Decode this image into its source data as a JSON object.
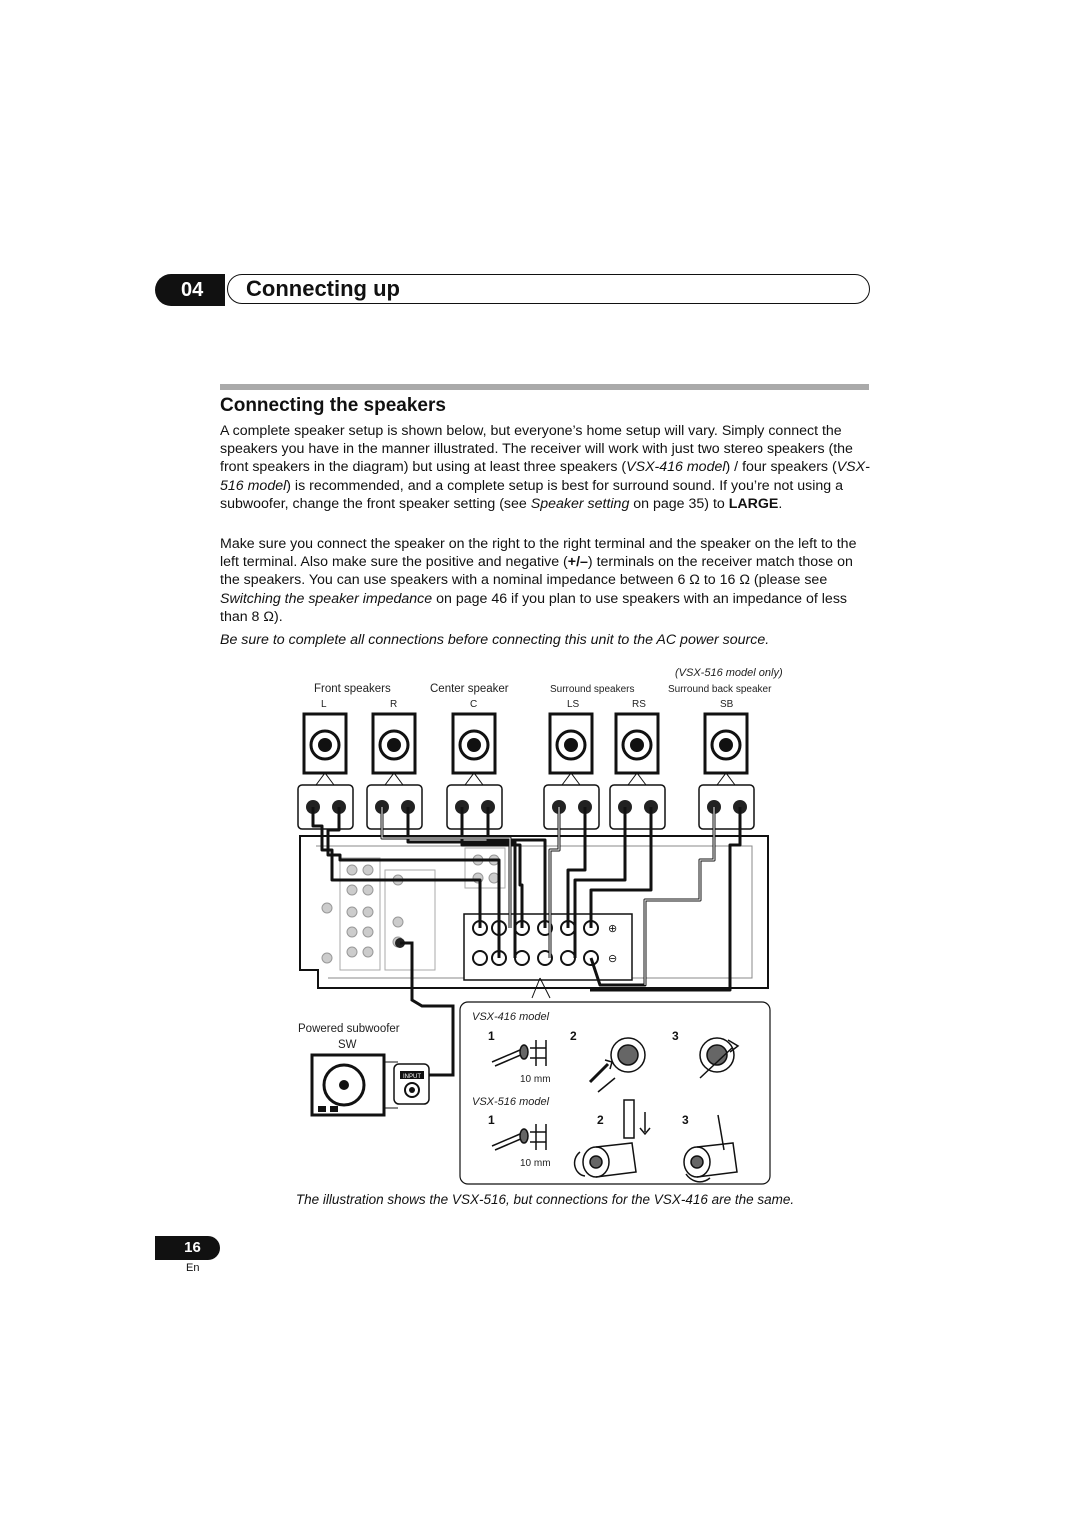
{
  "chapter": {
    "number": "04",
    "title": "Connecting up"
  },
  "section": {
    "title": "Connecting the speakers"
  },
  "paragraphs": {
    "p1": {
      "a": "A complete speaker setup is shown below, but everyone’s home setup will vary. Simply connect the speakers you have in the manner illustrated. The receiver will work with just two stereo speakers (the front speakers in the diagram) but using at least three speakers (",
      "b": "VSX-416 model",
      "c": ") / four speakers (",
      "d": "VSX-516 model",
      "e": ") is recommended, and a complete setup is best for surround sound. If you’re not using a subwoofer, change the front speaker setting (see ",
      "f": "Speaker setting",
      "g": " on page 35) to ",
      "h": "LARGE",
      "i": "."
    },
    "p2": {
      "a": "Make sure you connect the speaker on the right to the right terminal and the speaker on the left to the left terminal. Also make sure the positive and negative (",
      "b": "+/–",
      "c": ") terminals on the receiver match those on the speakers. You can use speakers with a nominal impedance between 6 Ω to 16 Ω (please see ",
      "d": "Switching the speaker impedance",
      "e": " on page 46 if you plan to use speakers with an impedance of less than 8 Ω)."
    },
    "p3": "Be sure to complete all connections before connecting this unit to the AC power source."
  },
  "diagram": {
    "vsx516_only": "(VSX-516 model only)",
    "groups": {
      "front": "Front speakers",
      "center": "Center speaker",
      "surround": "Surround speakers",
      "surround_back": "Surround back speaker"
    },
    "channels": [
      "L",
      "R",
      "C",
      "LS",
      "RS",
      "SB"
    ],
    "subwoofer_label": "Powered subwoofer",
    "subwoofer_channel": "SW",
    "input_label": "INPUT",
    "inset": {
      "model_a": "VSX-416 model",
      "model_b": "VSX-516 model",
      "steps": [
        "1",
        "2",
        "3"
      ],
      "strip_length": "10 mm"
    }
  },
  "caption": "The illustration shows the VSX-516, but connections for the VSX-416 are the same.",
  "page": {
    "number": "16",
    "language": "En"
  }
}
